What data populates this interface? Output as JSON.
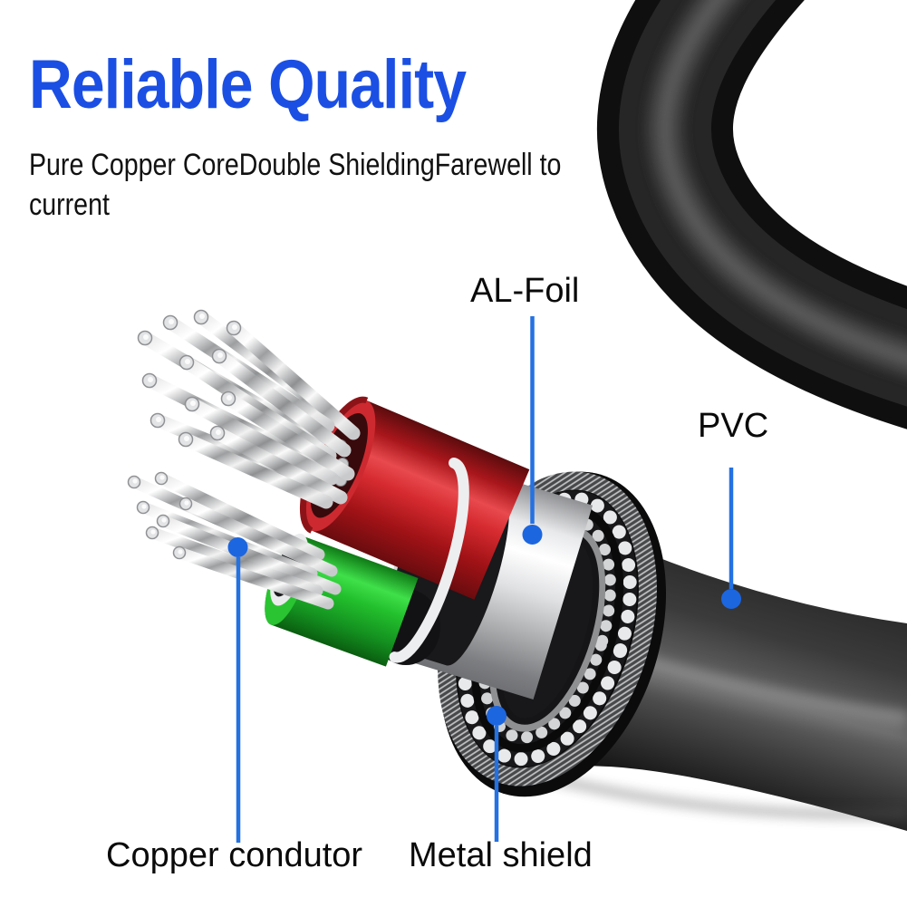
{
  "header": {
    "title": "Reliable Quality",
    "subtitle_lines": [
      "Pure Copper CoreDouble ShieldingFarewell to",
      "current"
    ]
  },
  "callouts": {
    "al_foil": {
      "label": "AL-Foil"
    },
    "pvc": {
      "label": "PVC"
    },
    "copper": {
      "label": "Copper condutor"
    },
    "metal": {
      "label": "Metal shield"
    }
  },
  "colors": {
    "title_blue": "#1b4fe4",
    "callout_blue": "#2471e2",
    "wire_red": "#d62b30",
    "wire_green": "#2ac432",
    "jacket_black": "#0f0f0f",
    "foil_silver": "#e0e1e3"
  }
}
